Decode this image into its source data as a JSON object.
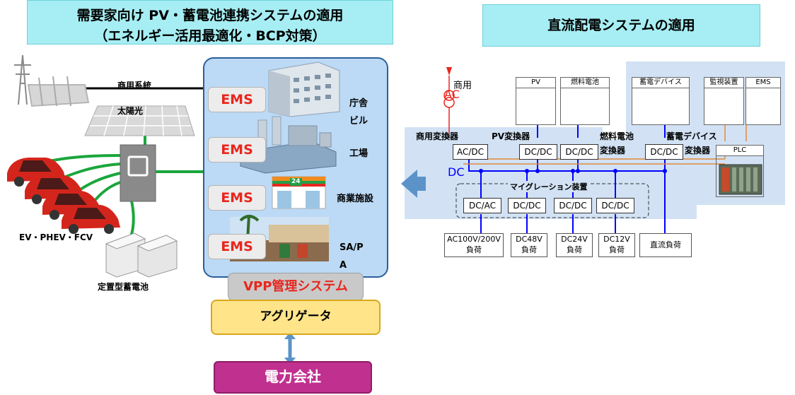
{
  "left_title_line1": "需要家向け PV・蓄電池連携システムの適用",
  "left_title_line2": "（エネルギー活用最適化・BCP対策）",
  "right_title": "直流配電システムの適用",
  "grid_label": "商用系統",
  "solar_label": "太陽光",
  "ev_label": "EV・PHEV・FCV",
  "battery_label": "定置型蓄電池",
  "ems_label": "EMS",
  "facilities": [
    {
      "line1": "庁舎",
      "line2": "ビル"
    },
    {
      "line1": "工場",
      "line2": ""
    },
    {
      "line1": "商業施設",
      "line2": ""
    },
    {
      "line1": "SA/P",
      "line2": "A"
    }
  ],
  "store_sign": "24",
  "vpp_label": "VPP管理システム",
  "aggregator_label": "アグリゲータ",
  "power_company_label": "電力会社",
  "dc": {
    "ac_label": "AC",
    "commercial_label": "商用",
    "pv_label": "PV",
    "fuel_cell_label": "燃料電池",
    "storage_device_label": "蓄電デバイス",
    "monitor_label": "監視装置",
    "ems_label": "EMS",
    "plc_label": "PLC",
    "conv_commercial_label": "商用変換器",
    "conv_pv_label": "PV変換器",
    "conv_fuel_line1": "燃料電池",
    "conv_fuel_line2": "変換器",
    "conv_storage_line1": "蓄電デバイス",
    "conv_storage_line2": "変換器",
    "acdc": "AC/DC",
    "dcdc": "DC/DC",
    "dcac": "DC/AC",
    "dc_label": "DC",
    "migration_label": "マイグレーション装置",
    "loads": [
      {
        "line1": "AC100V/200V",
        "line2": "負荷"
      },
      {
        "line1": "DC48V",
        "line2": "負荷"
      },
      {
        "line1": "DC24V",
        "line2": "負荷"
      },
      {
        "line1": "DC12V",
        "line2": "負荷"
      },
      {
        "line1": "直流負荷",
        "line2": ""
      }
    ]
  },
  "colors": {
    "title_bg": "#a6eef3",
    "ems_red": "#e8261d",
    "panel_blue": "#bcd9f5",
    "dc_blue": "#0000ff",
    "vpp_red": "#e8261d",
    "aggregator_bg": "#ffe48a",
    "power_company_bg": "#c0308f",
    "green_line": "#1aa63b"
  }
}
